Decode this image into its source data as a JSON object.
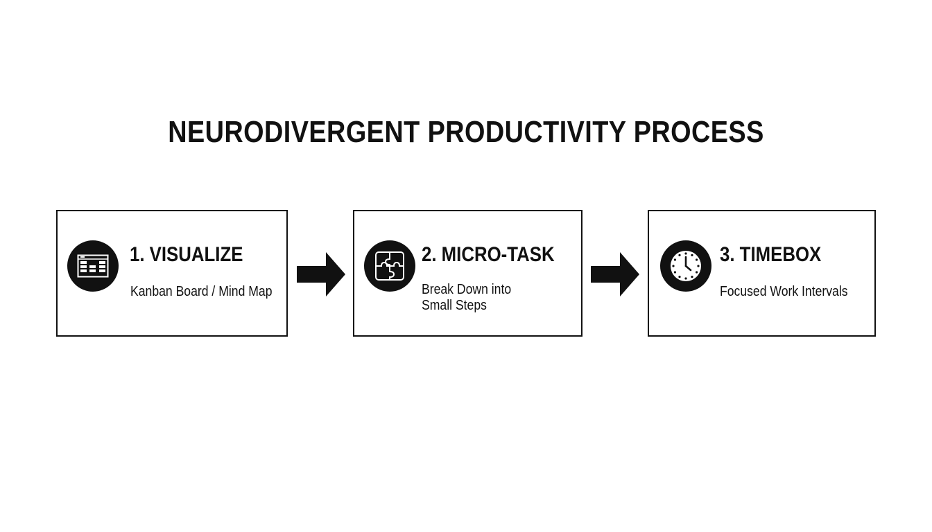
{
  "title": "NEURODIVERGENT PRODUCTIVITY PROCESS",
  "colors": {
    "background": "#ffffff",
    "ink": "#111111",
    "icon_fill": "#ffffff"
  },
  "steps": [
    {
      "number": 1,
      "heading": "1. VISUALIZE",
      "description_lines": [
        "Kanban Board / Mind Map"
      ],
      "icon": "kanban-board-icon"
    },
    {
      "number": 2,
      "heading": "2. MICRO-TASK",
      "description_lines": [
        "Break Down into",
        "Small Steps"
      ],
      "icon": "puzzle-pieces-icon"
    },
    {
      "number": 3,
      "heading": "3. TIMEBOX",
      "description_lines": [
        "Focused Work Intervals"
      ],
      "icon": "clock-icon"
    }
  ],
  "connectors": [
    {
      "from": 1,
      "to": 2,
      "icon": "arrow-right-icon"
    },
    {
      "from": 2,
      "to": 3,
      "icon": "arrow-right-icon"
    }
  ]
}
